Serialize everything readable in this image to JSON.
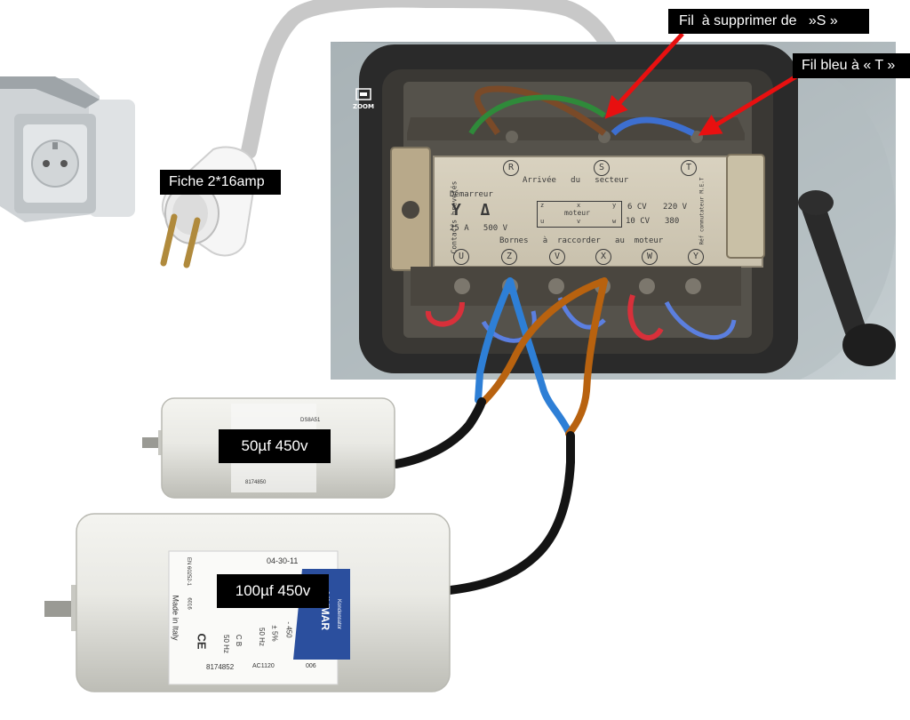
{
  "labels": {
    "plug": "Fiche 2*16amp",
    "remove_wire": "Fil  à supprimer de   »S »",
    "blue_wire": "Fil bleu à « T »",
    "cap_small": "50µf 450v",
    "cap_large": "100µf 450v"
  },
  "zoom_label": "ZOOM",
  "terminal_box": {
    "top_terminals": [
      "R",
      "S",
      "T"
    ],
    "bottom_terminals": [
      "U",
      "Z",
      "V",
      "X",
      "W",
      "Y"
    ],
    "side_left": "Contacts brevetés",
    "side_right": "Réf commutateur M.E.T",
    "supply_text": "Arrivée   du   secteur",
    "starter_text": "Démarreur",
    "star_delta": "Y  Δ",
    "rating_text": "25 A   500 V",
    "motor_text": "moteur",
    "motor_cells": [
      "z",
      "x",
      "y",
      "u",
      "v",
      "w"
    ],
    "power_rows": [
      [
        "6 CV",
        "220 V"
      ],
      [
        "10 CV",
        "380"
      ]
    ],
    "bottom_text": "Bornes   à  raccorder   au  moteur"
  },
  "capacitor_small": {
    "text_lines": [
      "DS8A51",
      "8174850"
    ]
  },
  "capacitor_large": {
    "brand": "NYMAR",
    "brand_sub": "Kondensator",
    "date": "04-30-11",
    "side_texts": [
      "Made in Italy",
      "6016",
      "EN 60252-1"
    ],
    "spec_lines": [
      "- 450",
      "± 5%",
      "50 Hz",
      "C B",
      "50 Hz"
    ],
    "code": "8174852",
    "code2": "AC1120",
    "code3": "006",
    "ce_mark": "CE"
  },
  "colors": {
    "arrow": "#e81010",
    "wire_blue": "#2e7fd6",
    "wire_brown": "#b8620f",
    "cable_grey": "#c8c8c8",
    "cable_black": "#141414",
    "label_bg": "#000000",
    "label_text": "#ffffff"
  }
}
